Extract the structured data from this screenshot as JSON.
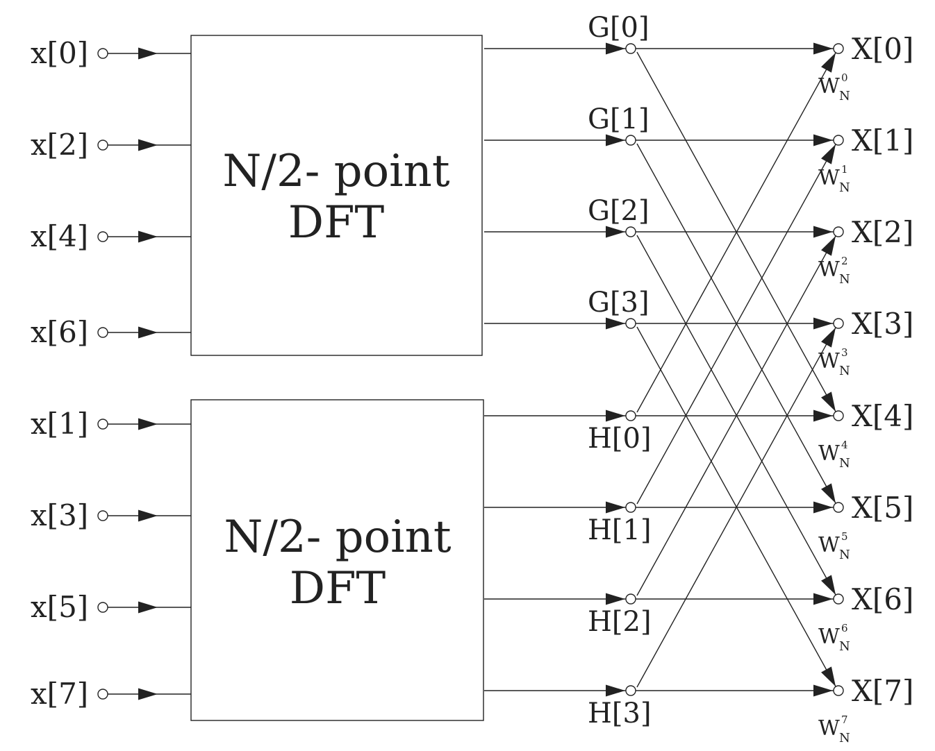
{
  "inputs": [
    "x[0]",
    "x[2]",
    "x[4]",
    "x[6]",
    "x[1]",
    "x[3]",
    "x[5]",
    "x[7]"
  ],
  "blocks": [
    {
      "line1": "N/2- point",
      "line2": "DFT"
    },
    {
      "line1": "N/2- point",
      "line2": "DFT"
    }
  ],
  "g_labels": [
    "G[0]",
    "G[1]",
    "G[2]",
    "G[3]"
  ],
  "h_labels": [
    "H[0]",
    "H[1]",
    "H[2]",
    "H[3]"
  ],
  "outputs": [
    "X[0]",
    "X[1]",
    "X[2]",
    "X[3]",
    "X[4]",
    "X[5]",
    "X[6]",
    "X[7]"
  ],
  "twiddles": [
    {
      "base": "W",
      "sub": "N",
      "exp": "0"
    },
    {
      "base": "W",
      "sub": "N",
      "exp": "1"
    },
    {
      "base": "W",
      "sub": "N",
      "exp": "2"
    },
    {
      "base": "W",
      "sub": "N",
      "exp": "3"
    },
    {
      "base": "W",
      "sub": "N",
      "exp": "4"
    },
    {
      "base": "W",
      "sub": "N",
      "exp": "5"
    },
    {
      "base": "W",
      "sub": "N",
      "exp": "6"
    },
    {
      "base": "W",
      "sub": "N",
      "exp": "7"
    }
  ]
}
